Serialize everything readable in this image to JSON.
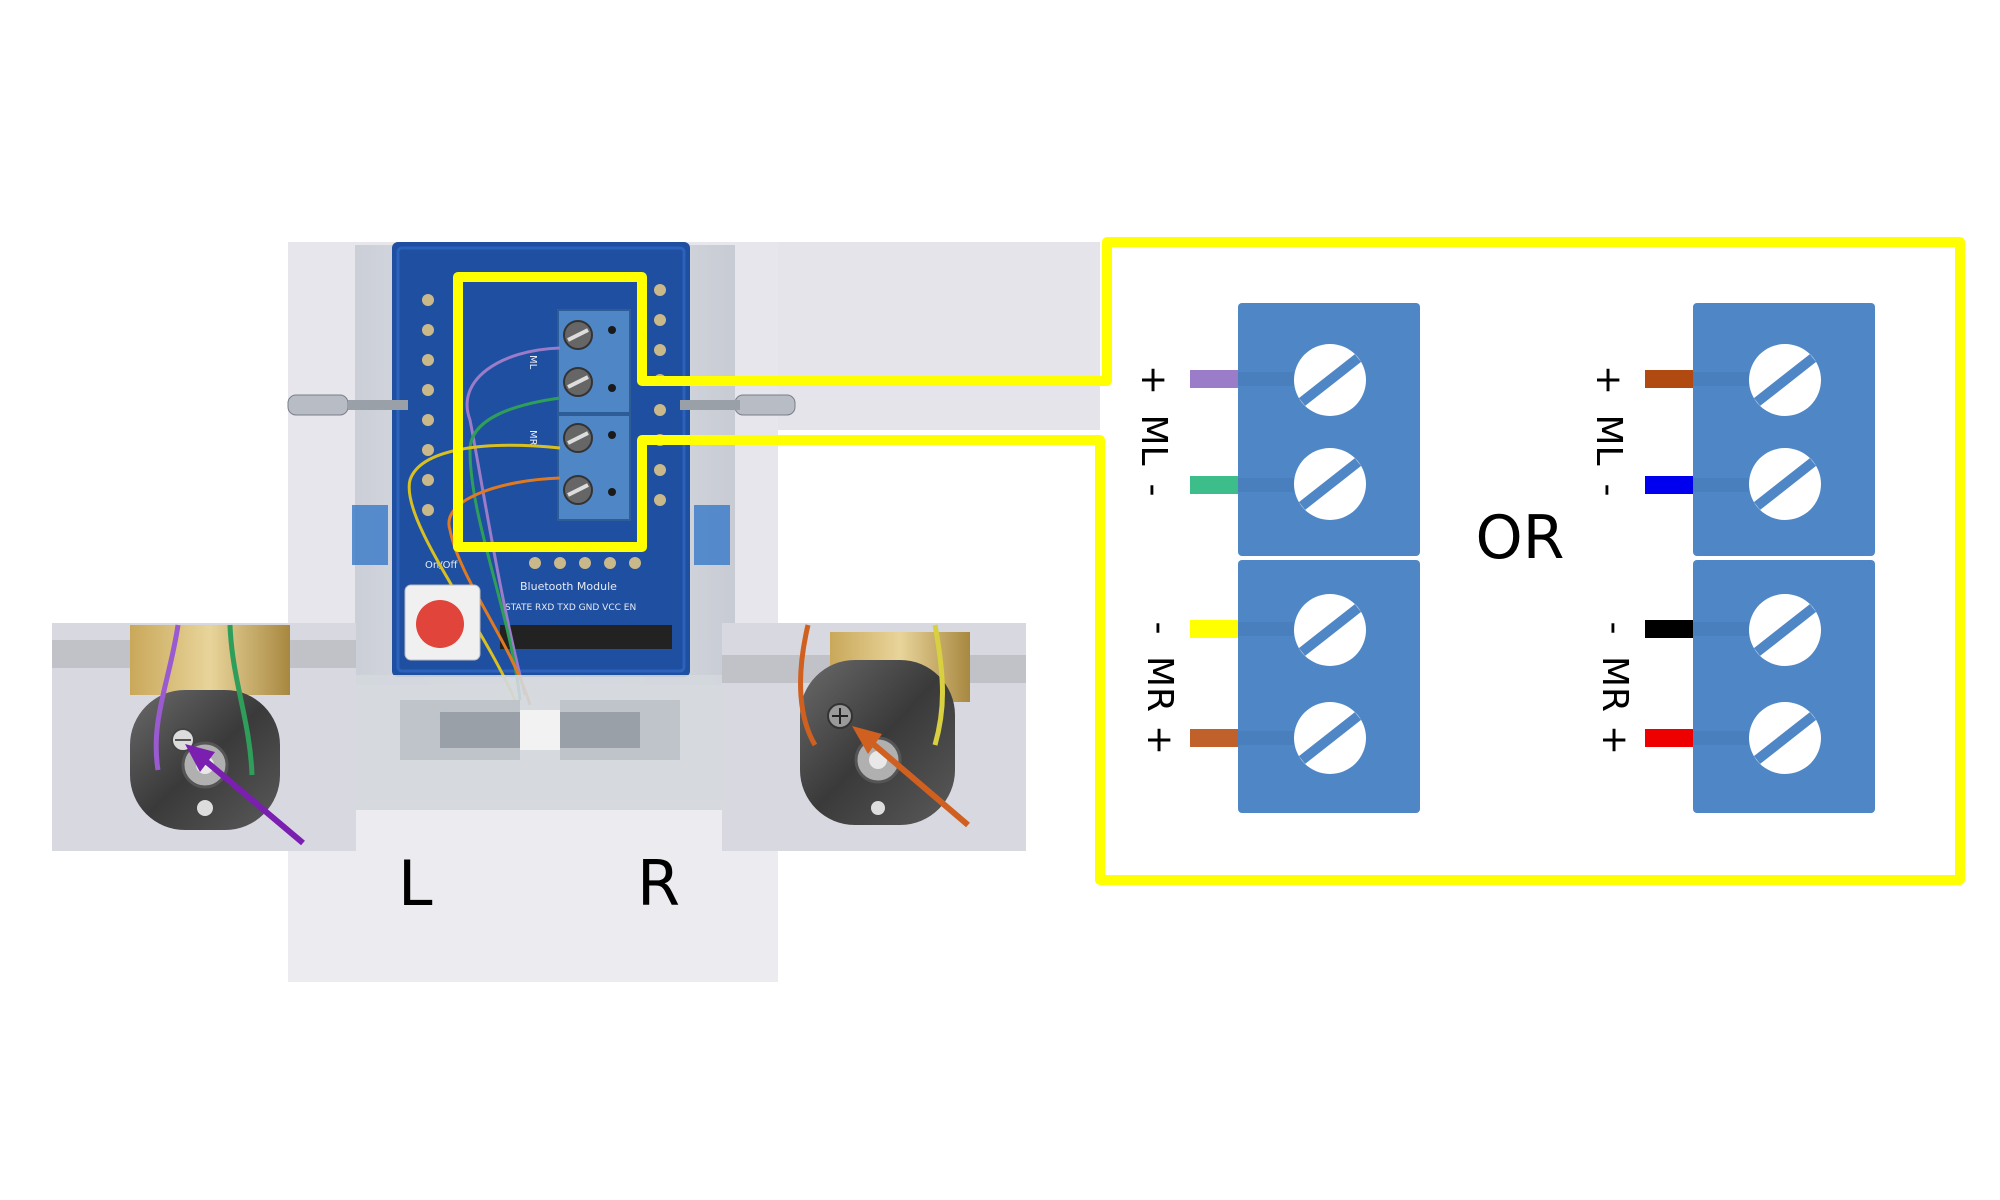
{
  "board": {
    "silkscreen_on_off": "On/Off",
    "silkscreen_module": "Bluetooth Module",
    "silkscreen_pins": "STATE RXD TXD GND VCC EN",
    "silkscreen_ml": "ML",
    "silkscreen_mr": "MR"
  },
  "motors": {
    "left_label": "L",
    "right_label": "R"
  },
  "option_a": {
    "ml_plus": "+",
    "ml_label": "ML",
    "ml_minus": "-",
    "mr_minus": "-",
    "mr_label": "MR",
    "mr_plus": "+"
  },
  "separator": "OR",
  "option_b": {
    "ml_plus": "+",
    "ml_label": "ML",
    "ml_minus": "-",
    "mr_minus": "-",
    "mr_label": "MR",
    "mr_plus": "+"
  },
  "colors": {
    "highlight": "#ffff00",
    "terminal": "#4f86c6",
    "pcb": "#1f4fa0",
    "button": "#e0443a",
    "a_ml_plus_wire": "#9a7cc9",
    "a_ml_minus_wire": "#3dbd8a",
    "a_mr_minus_wire": "#ffff00",
    "a_mr_plus_wire": "#c0602a",
    "b_ml_plus_wire": "#b04a10",
    "b_ml_minus_wire": "#0000ee",
    "b_mr_minus_wire": "#000000",
    "b_mr_plus_wire": "#ee0000",
    "left_arrow": "#7a1fb0",
    "right_arrow": "#d06020"
  }
}
